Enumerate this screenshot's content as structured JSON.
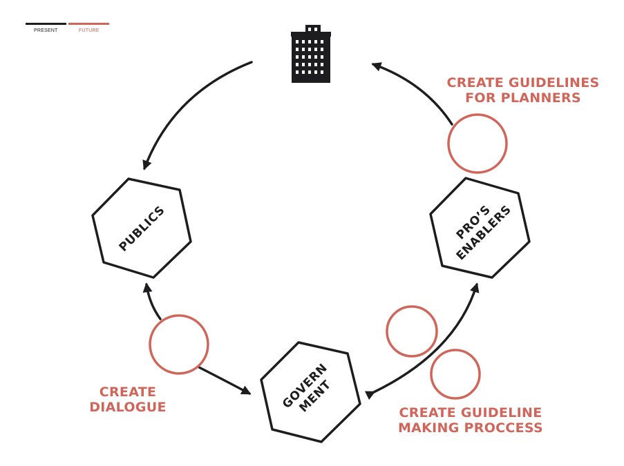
{
  "legend": {
    "present_label": "PRESENT",
    "future_label": "FUTURE",
    "present_color": "#1d1d1f",
    "future_color": "#d0655a"
  },
  "icon": {
    "name": "building-icon"
  },
  "nodes": {
    "publics": {
      "line1": "PUBLICS"
    },
    "pros_enablers": {
      "line1": "PRO’S",
      "line2": "ENABLERS"
    },
    "government": {
      "line1": "GOVERN",
      "line2": "MENT"
    }
  },
  "labels": {
    "guidelines_planners": {
      "line1": "CREATE GUIDELINES",
      "line2": "FOR PLANNERS"
    },
    "dialogue": {
      "line1": "CREATE",
      "line2": "DIALOGUE"
    },
    "guideline_process": {
      "line1": "CREATE GUIDELINE",
      "line2": "MAKING PROCCESS"
    }
  }
}
